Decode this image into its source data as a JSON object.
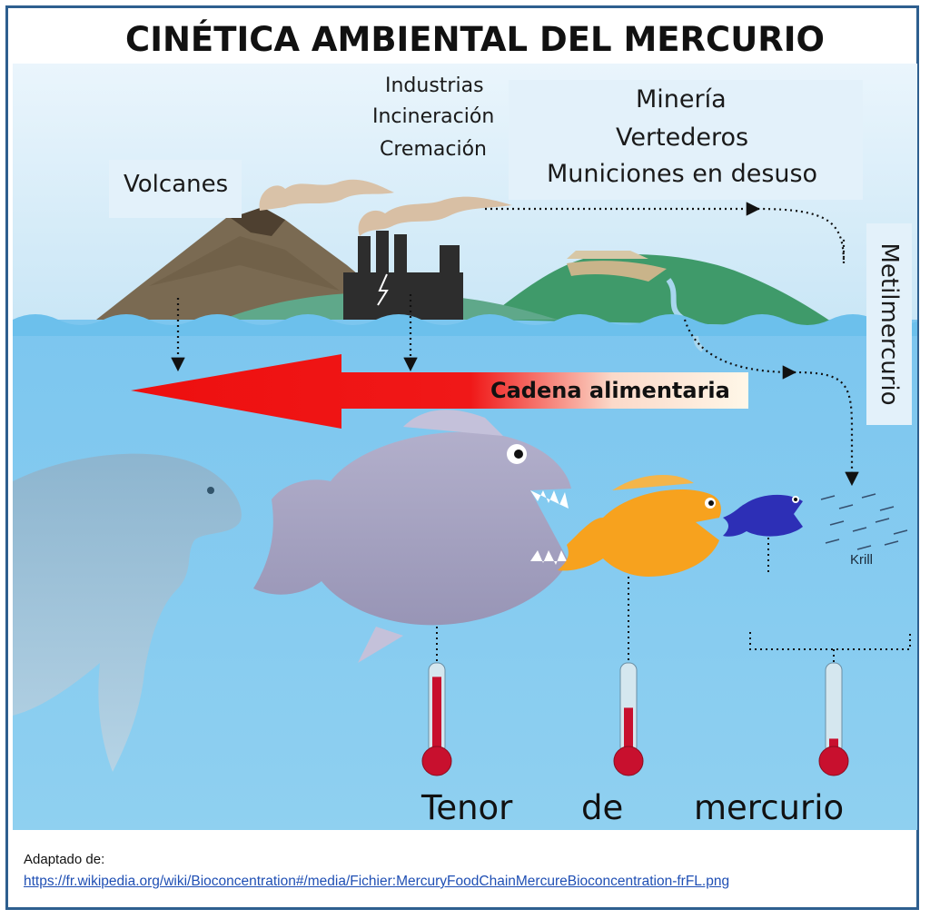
{
  "title": "CINÉTICA AMBIENTAL DEL MERCURIO",
  "sources": {
    "volcanes": "Volcanes",
    "industrias": [
      "Industrias",
      "Incineración",
      "Cremación"
    ],
    "mineria": [
      "Minería",
      "Vertederos",
      "Municiones en desuso"
    ]
  },
  "side_label": "Metilmercurio",
  "arrow_label": "Cadena alimentaria",
  "krill_label": "Krill",
  "thermometers": {
    "big_fish_level": 0.92,
    "orange_fish_level": 0.55,
    "krill_level": 0.18
  },
  "bottom_caption": {
    "word1": "Tenor",
    "word2": "de",
    "word3": "mercurio"
  },
  "source_note": {
    "heading": "Adaptado de:",
    "url": "https://fr.wikipedia.org/wiki/Bioconcentration#/media/Fichier:MercuryFoodChainMercureBioconcentration-frFL.png"
  },
  "colors": {
    "water": "#8ccff0",
    "sky": "#d7edf9",
    "arrow": "#ee1111",
    "big_fish": "#a7a4c2",
    "orange_fish": "#f6a21c",
    "small_fish": "#2d2fb6",
    "dolphin": "#7fa9c4",
    "thermometer_fluid": "#c8102e"
  }
}
